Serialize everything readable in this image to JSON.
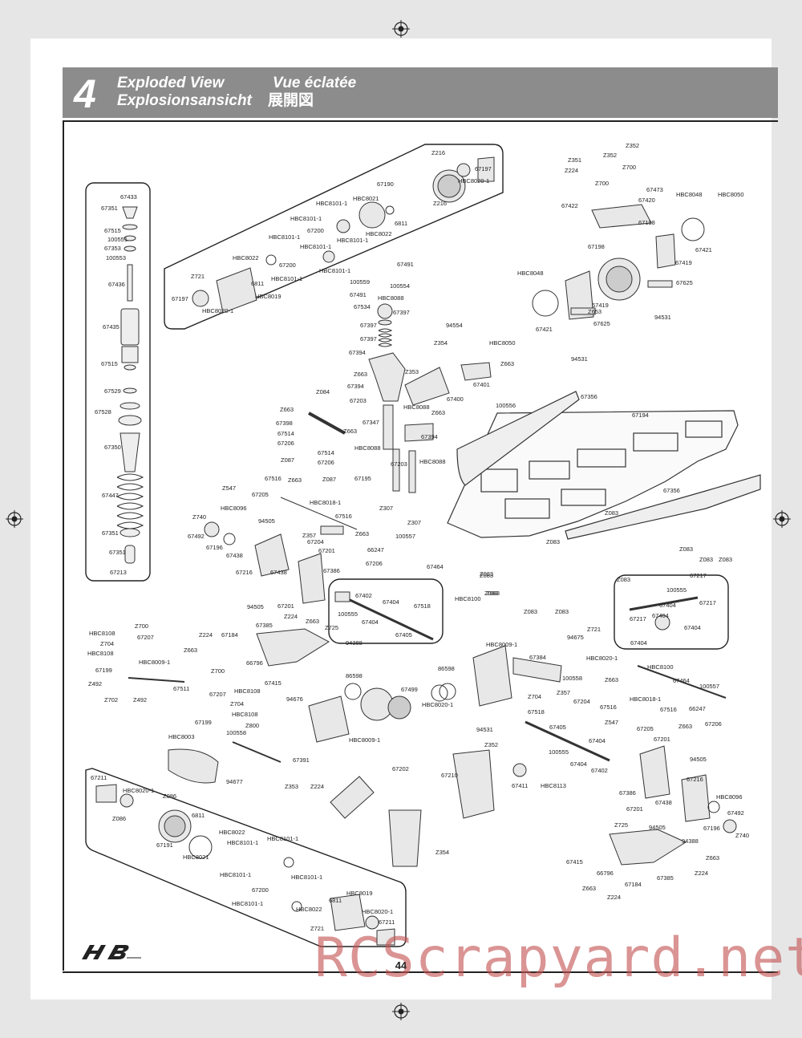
{
  "header": {
    "number": "4",
    "title_en": "Exploded View",
    "title_fr": "Vue éclatée",
    "title_de": "Explosionsansicht",
    "title_ja": "展開図"
  },
  "page_number": "44",
  "watermark": "RCScrapyard.net",
  "colors": {
    "header_band": "#8c8c8c",
    "line": "#222222",
    "watermark": "#c45252"
  },
  "labels": {
    "shock": [
      "67433",
      "67351",
      "67515",
      "100551",
      "67353",
      "100553",
      "67436",
      "67435",
      "67515",
      "67529",
      "67528",
      "67350",
      "67447",
      "67351",
      "67351",
      "67213"
    ],
    "rear_diff": [
      "Z216",
      "67197",
      "HBC8020-1",
      "67190",
      "Z216",
      "HBC8021",
      "6811",
      "HBC8101-1",
      "HBC8101-1",
      "HBC8022",
      "67200",
      "HBC8101-1",
      "HBC8101-1",
      "HBC8101-1",
      "HBC8022",
      "67200",
      "HBC8101-1",
      "Z721",
      "6811",
      "HBC8101-1",
      "HBC8019",
      "67197",
      "HBC8020-1"
    ],
    "steering": [
      "67491",
      "100559",
      "100554",
      "67491",
      "HBC8088",
      "67534",
      "67397",
      "67397",
      "67397",
      "67394",
      "94554",
      "Z354",
      "Z353",
      "Z663",
      "67394",
      "67203",
      "HBC8088",
      "Z663",
      "67400",
      "67347",
      "HBC8088",
      "67394",
      "67203",
      "HBC8088",
      "67195",
      "Z307",
      "Z307",
      "67401",
      "Z663",
      "100556"
    ],
    "center": [
      "Z352",
      "Z351",
      "Z352",
      "Z224",
      "Z700",
      "Z700",
      "67473",
      "67420",
      "67422",
      "HBC8048",
      "HBC8050",
      "67198",
      "67198",
      "67421",
      "67419",
      "67625",
      "94531",
      "HBC8048",
      "67419",
      "67421",
      "HBC8050",
      "Z653",
      "67625",
      "94531"
    ],
    "chassis": [
      "67356",
      "67194",
      "67356",
      "Z083",
      "Z083",
      "Z083",
      "Z083",
      "Z083",
      "Z083",
      "Z083",
      "Z083",
      "Z083",
      "Z083"
    ],
    "front_left": [
      "Z084",
      "Z663",
      "67398",
      "67514",
      "Z663",
      "67206",
      "67514",
      "Z087",
      "67206",
      "Z087",
      "Z547",
      "67516",
      "Z663",
      "67205",
      "HBC8018-1",
      "HBC8096",
      "94505",
      "67516",
      "Z740",
      "67492",
      "67196",
      "67438",
      "Z357",
      "67204",
      "Z663",
      "67201",
      "67216",
      "67438",
      "67386",
      "94505",
      "67201",
      "100557",
      "66247",
      "67206",
      "67464",
      "HBC8100",
      "Z083",
      "Z083",
      "67402",
      "67404",
      "100555",
      "67404",
      "67518",
      "67405"
    ],
    "right_upright": [
      "67217",
      "100555",
      "67404",
      "67217",
      "67404",
      "67217",
      "67404",
      "67404",
      "Z721",
      "94675",
      "HBC8020-1"
    ],
    "front_arm": [
      "HBC8108",
      "Z700",
      "67207",
      "Z704",
      "HBC8108",
      "HBC8009-1",
      "67199",
      "Z492",
      "Z702",
      "Z492",
      "67511",
      "Z224",
      "67184",
      "Z663",
      "67385",
      "Z224",
      "Z663",
      "Z725",
      "94388",
      "66796",
      "67415",
      "Z700",
      "67207",
      "HBC8108",
      "Z704",
      "HBC8108",
      "67199",
      "Z800",
      "100558",
      "67391",
      "94677",
      "HBC8003"
    ],
    "front_diff": [
      "86598",
      "86598",
      "94676",
      "HBC8009-1",
      "67499",
      "HBC8020-1",
      "94531",
      "HBC8009-1",
      "67384",
      "100558",
      "Z704",
      "Z357",
      "67204",
      "Z663",
      "67516",
      "HBC8018-1",
      "Z547",
      "67205",
      "67516",
      "Z663",
      "HBC8100",
      "67464",
      "100557",
      "66247",
      "67206"
    ],
    "front_shock": [
      "67202",
      "Z352",
      "67210",
      "67411",
      "HBC8113",
      "Z353",
      "Z224",
      "Z354",
      "67518",
      "67405",
      "100555",
      "67404",
      "67404",
      "67402"
    ],
    "front_right": [
      "67201",
      "94505",
      "67216",
      "67386",
      "67201",
      "67438",
      "HBC8096",
      "94505",
      "67196",
      "67492",
      "Z740",
      "Z725",
      "94388",
      "67415",
      "66796",
      "67385",
      "Z663",
      "Z224",
      "Z663",
      "67184",
      "Z224"
    ],
    "front_diff_box": [
      "67211",
      "HBC8020-1",
      "Z086",
      "Z086",
      "67191",
      "6811",
      "HBC8021",
      "HBC8022",
      "HBC8101-1",
      "HBC8101-1",
      "HBC8101-1",
      "HBC8101-1",
      "67200",
      "HBC8101-1",
      "HBC8019",
      "6811",
      "HBC8022",
      "HBC8020-1",
      "Z721",
      "67211"
    ]
  }
}
